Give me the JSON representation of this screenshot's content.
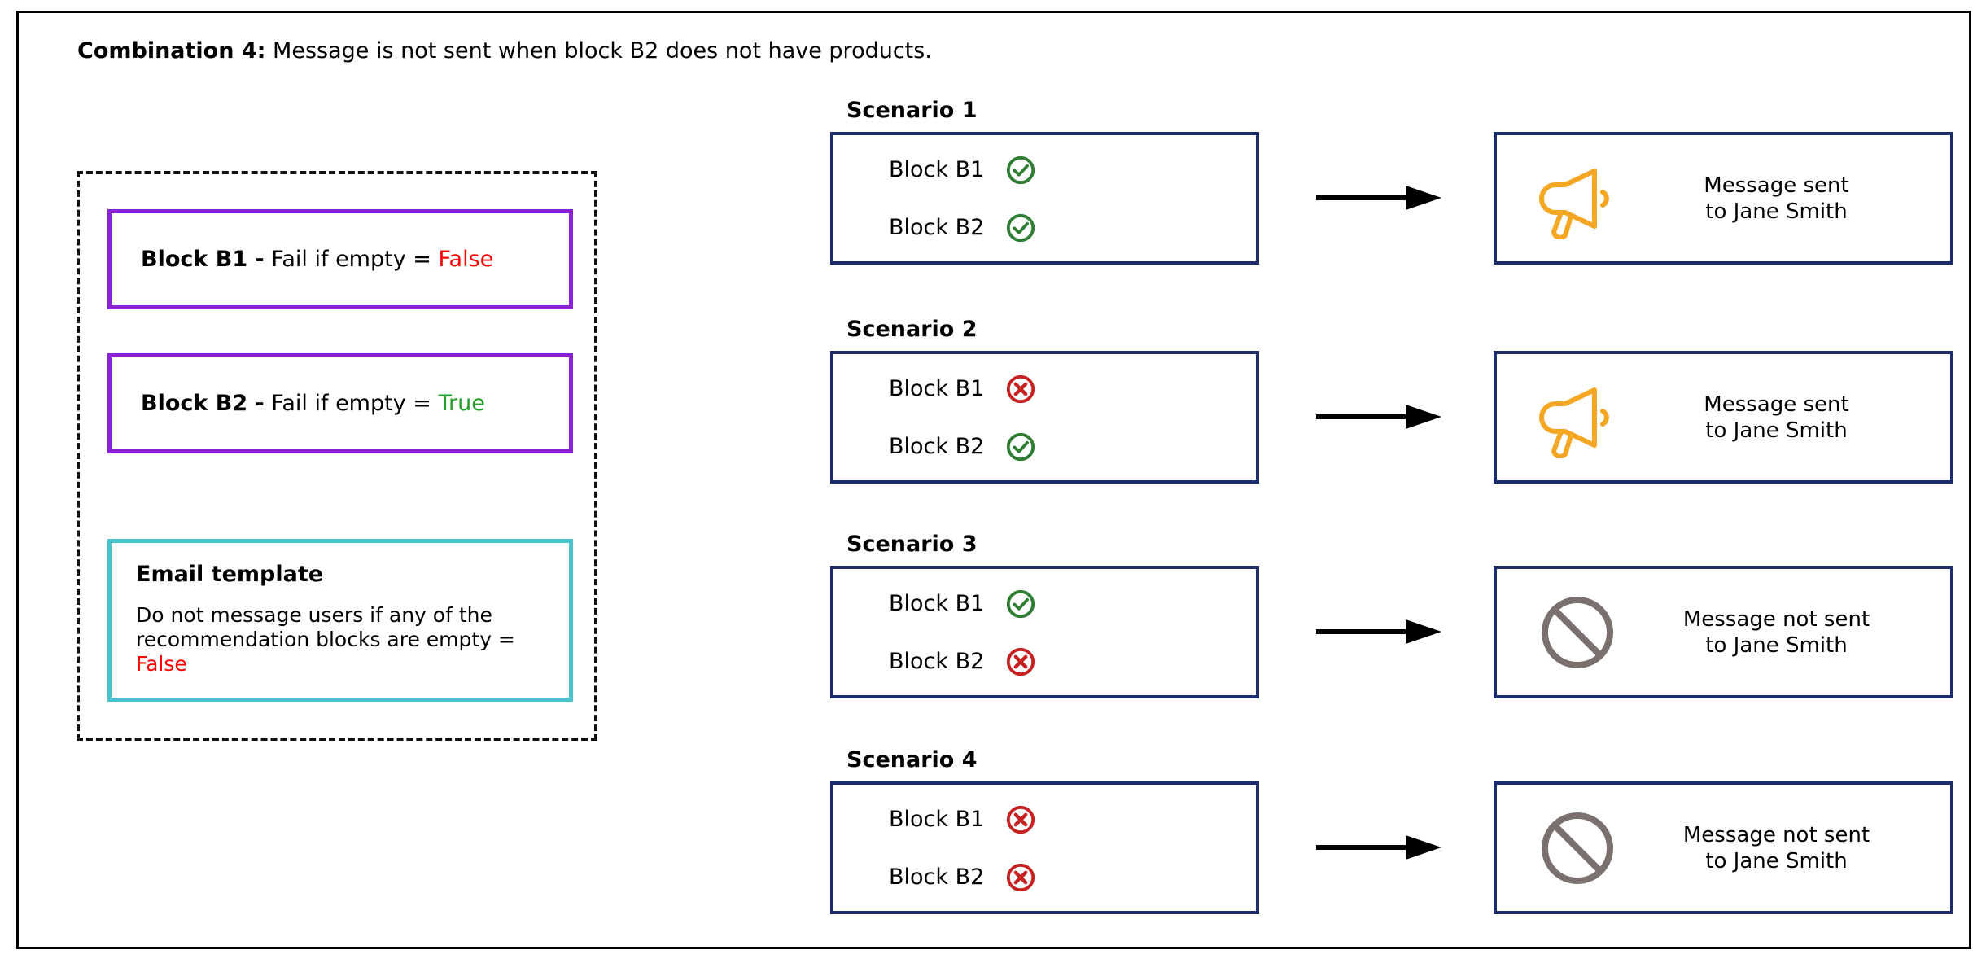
{
  "header": {
    "lead": "Combination 4:",
    "rest": " Message is not sent when block B2 does not have products."
  },
  "colors": {
    "frame": "#000000",
    "config_border": "#8A21D6",
    "template_border": "#49C3CC",
    "box_border": "#1B2C6B",
    "success": "#2E7D32",
    "failure": "#C62020",
    "megaphone": "#F5A623",
    "blocked": "#7A716E",
    "true_text": "#22A02A",
    "false_text": "#FF0000"
  },
  "config_panel": {
    "blocks": [
      {
        "name": "Block B1 -",
        "setting": " Fail if empty = ",
        "value": "False",
        "value_state": "false"
      },
      {
        "name": "Block B2 -",
        "setting": " Fail if empty = ",
        "value": "True",
        "value_state": "true"
      }
    ],
    "template": {
      "title": "Email template",
      "body_text": "Do not message users if any of the recommendation blocks are empty = ",
      "body_value": "False",
      "body_value_state": "false"
    }
  },
  "scenarios": [
    {
      "label": "Scenario 1",
      "blocks": [
        {
          "label": "Block B1",
          "status": "success",
          "icon": "check-circle-icon"
        },
        {
          "label": "Block B2",
          "status": "success",
          "icon": "check-circle-icon"
        }
      ],
      "arrow_icon": "arrow-right-icon",
      "outcome": {
        "icon": "megaphone-icon",
        "line1": "Message sent",
        "line2": "to Jane Smith"
      }
    },
    {
      "label": "Scenario 2",
      "blocks": [
        {
          "label": "Block B1",
          "status": "failure",
          "icon": "x-circle-icon"
        },
        {
          "label": "Block B2",
          "status": "success",
          "icon": "check-circle-icon"
        }
      ],
      "arrow_icon": "arrow-right-icon",
      "outcome": {
        "icon": "megaphone-icon",
        "line1": "Message sent",
        "line2": "to Jane Smith"
      }
    },
    {
      "label": "Scenario 3",
      "blocks": [
        {
          "label": "Block B1",
          "status": "success",
          "icon": "check-circle-icon"
        },
        {
          "label": "Block B2",
          "status": "failure",
          "icon": "x-circle-icon"
        }
      ],
      "arrow_icon": "arrow-right-icon",
      "outcome": {
        "icon": "prohibited-icon",
        "line1": "Message not sent",
        "line2": "to Jane Smith"
      }
    },
    {
      "label": "Scenario 4",
      "blocks": [
        {
          "label": "Block B1",
          "status": "failure",
          "icon": "x-circle-icon"
        },
        {
          "label": "Block B2",
          "status": "failure",
          "icon": "x-circle-icon"
        }
      ],
      "arrow_icon": "arrow-right-icon",
      "outcome": {
        "icon": "prohibited-icon",
        "line1": "Message not sent",
        "line2": "to Jane Smith"
      }
    }
  ]
}
